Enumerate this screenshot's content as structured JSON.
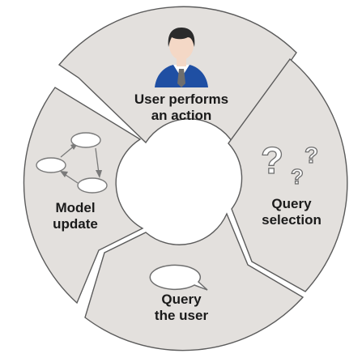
{
  "segments": [
    {
      "id": "action",
      "lines": [
        "User performs",
        "an action"
      ],
      "icon": "user-icon"
    },
    {
      "id": "selection",
      "lines": [
        "Query",
        "selection"
      ],
      "icon": "question-marks-icon"
    },
    {
      "id": "query",
      "lines": [
        "Query",
        "the user"
      ],
      "icon": "speech-bubble-icon"
    },
    {
      "id": "update",
      "lines": [
        "Model",
        "update"
      ],
      "icon": "graph-cycle-icon"
    }
  ],
  "question_marks": [
    "?",
    "?",
    "?"
  ],
  "colors": {
    "segment_fill": "#e3e0dd",
    "segment_stroke": "#5b5b5b",
    "shirt": "#1f4fa3",
    "tie": "#6e6e6e",
    "skin": "#f4d8c6",
    "hair": "#2b2b2b"
  }
}
